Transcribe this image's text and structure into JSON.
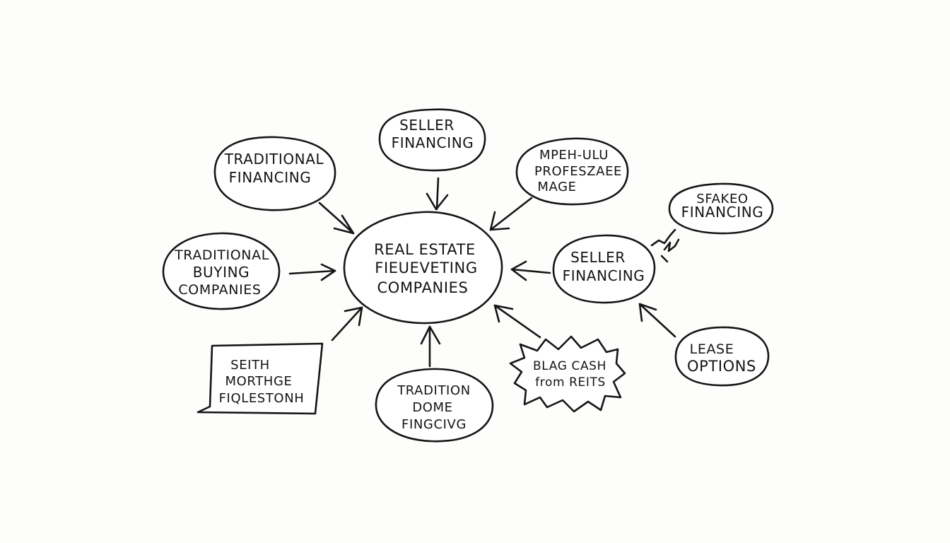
{
  "diagram": {
    "center": {
      "lines": [
        "REAL ESTATE",
        "FIEUEVETING",
        "COMPANIES"
      ]
    },
    "nodes": [
      {
        "id": "traditional-financing",
        "lines": [
          "TRADITIONAL",
          "FINANCING"
        ]
      },
      {
        "id": "seller-financing-top",
        "lines": [
          "SELLER",
          "FINANCING"
        ]
      },
      {
        "id": "mpeh-profeszaee-mage",
        "lines": [
          "MPEH-ULU",
          "PROFESZAEE",
          "MAGE"
        ]
      },
      {
        "id": "sfakeo-financing",
        "lines": [
          "SFAKEO",
          "FINANCING"
        ]
      },
      {
        "id": "seller-financing-right",
        "lines": [
          "SELLER",
          "FINANCING"
        ]
      },
      {
        "id": "lease-options",
        "lines": [
          "LEASE",
          "OPTIONS"
        ]
      },
      {
        "id": "blag-cash-from-reits",
        "lines": [
          "BLAG CASH",
          "from REITS"
        ]
      },
      {
        "id": "tradition-dome-fingcivg",
        "lines": [
          "TRADITION",
          "DOME",
          "FINGCIVG"
        ]
      },
      {
        "id": "seith-morthge-fiqlestonh",
        "lines": [
          "SEITH",
          "MORTHGE",
          "FIQLESTONH"
        ]
      },
      {
        "id": "traditional-buying-companies",
        "lines": [
          "TRADITIONAL",
          "BUYING",
          "COMPANIES"
        ]
      }
    ]
  }
}
